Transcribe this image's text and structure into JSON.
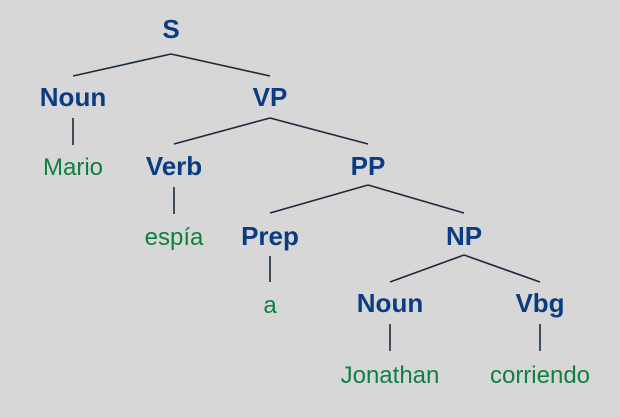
{
  "colors": {
    "background": "#d7d7d7",
    "category": "#0a3c82",
    "word": "#0f8040",
    "edge": "#1a2a3a"
  },
  "tree": {
    "root": {
      "label": "S",
      "children": {
        "noun": {
          "label": "Noun",
          "word": "Mario"
        },
        "vp": {
          "label": "VP",
          "children": {
            "verb": {
              "label": "Verb",
              "word": "espía"
            },
            "pp": {
              "label": "PP",
              "children": {
                "prep": {
                  "label": "Prep",
                  "word": "a"
                },
                "np": {
                  "label": "NP",
                  "children": {
                    "noun": {
                      "label": "Noun",
                      "word": "Jonathan"
                    },
                    "vbg": {
                      "label": "Vbg",
                      "word": "corriendo"
                    }
                  }
                }
              }
            }
          }
        }
      }
    }
  }
}
